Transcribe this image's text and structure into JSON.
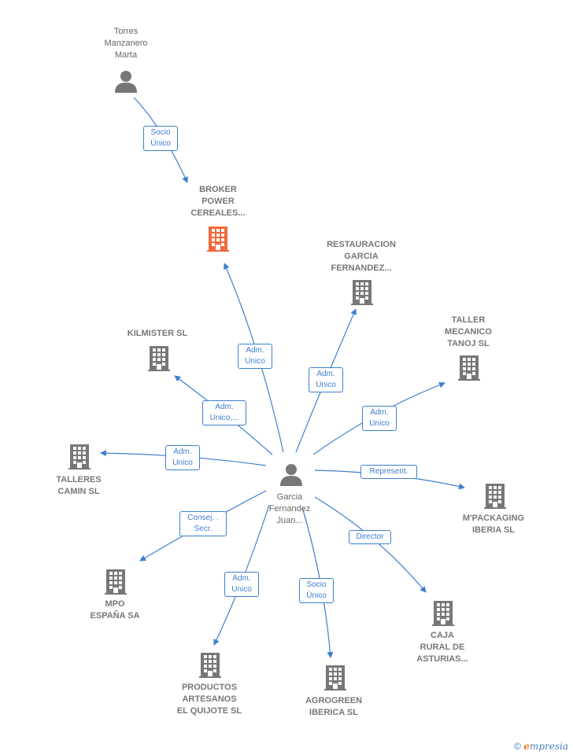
{
  "nodes": {
    "torres": {
      "label": "Torres\nManzanero\nMarta",
      "icon": "person-icon"
    },
    "broker": {
      "label": "BROKER\nPOWER\nCEREALES...",
      "icon": "building-icon",
      "color": "#f26a3c"
    },
    "restauracion": {
      "label": "RESTAURACION\nGARCIA\nFERNANDEZ...",
      "icon": "building-icon"
    },
    "kilmister": {
      "label": "KILMISTER SL",
      "icon": "building-icon"
    },
    "taller_mecanico": {
      "label": "TALLER\nMECANICO\nTANOJ  SL",
      "icon": "building-icon"
    },
    "talleres_camin": {
      "label": "TALLERES\nCAMIN  SL",
      "icon": "building-icon"
    },
    "garcia": {
      "label": "Garcia\nFernandez\nJuan...",
      "icon": "person-icon"
    },
    "mpackaging": {
      "label": "M'PACKAGING\nIBERIA SL",
      "icon": "building-icon"
    },
    "mpo": {
      "label": "MPO\nESPAÑA SA",
      "icon": "building-icon"
    },
    "caja_rural": {
      "label": "CAJA\nRURAL DE\nASTURIAS...",
      "icon": "building-icon"
    },
    "productos": {
      "label": "PRODUCTOS\nARTESANOS\nEL QUIJOTE SL",
      "icon": "building-icon"
    },
    "agrogreen": {
      "label": "AGROGREEN\nIBERICA  SL",
      "icon": "building-icon"
    }
  },
  "edges": {
    "torres_broker": "Socio\nÚnico",
    "garcia_broker": "Adm.\nUnico",
    "garcia_restauracion": "Adm.\nUnico",
    "garcia_kilmister": "Adm.\nUnico,...",
    "garcia_taller": "Adm.\nUnico",
    "garcia_talleres": "Adm.\nUnico",
    "garcia_mpackaging": "Represent.",
    "garcia_mpo": "Consej. .\nSecr.",
    "garcia_caja": "Director",
    "garcia_productos": "Adm.\nUnico",
    "garcia_agrogreen": "Socio\nÚnico"
  },
  "colors": {
    "edge": "#3d7fd0",
    "node": "#777777",
    "highlight": "#f26a3c"
  },
  "footer": {
    "copyright": "©",
    "brand_e": "e",
    "brand_rest": "mpresia"
  }
}
